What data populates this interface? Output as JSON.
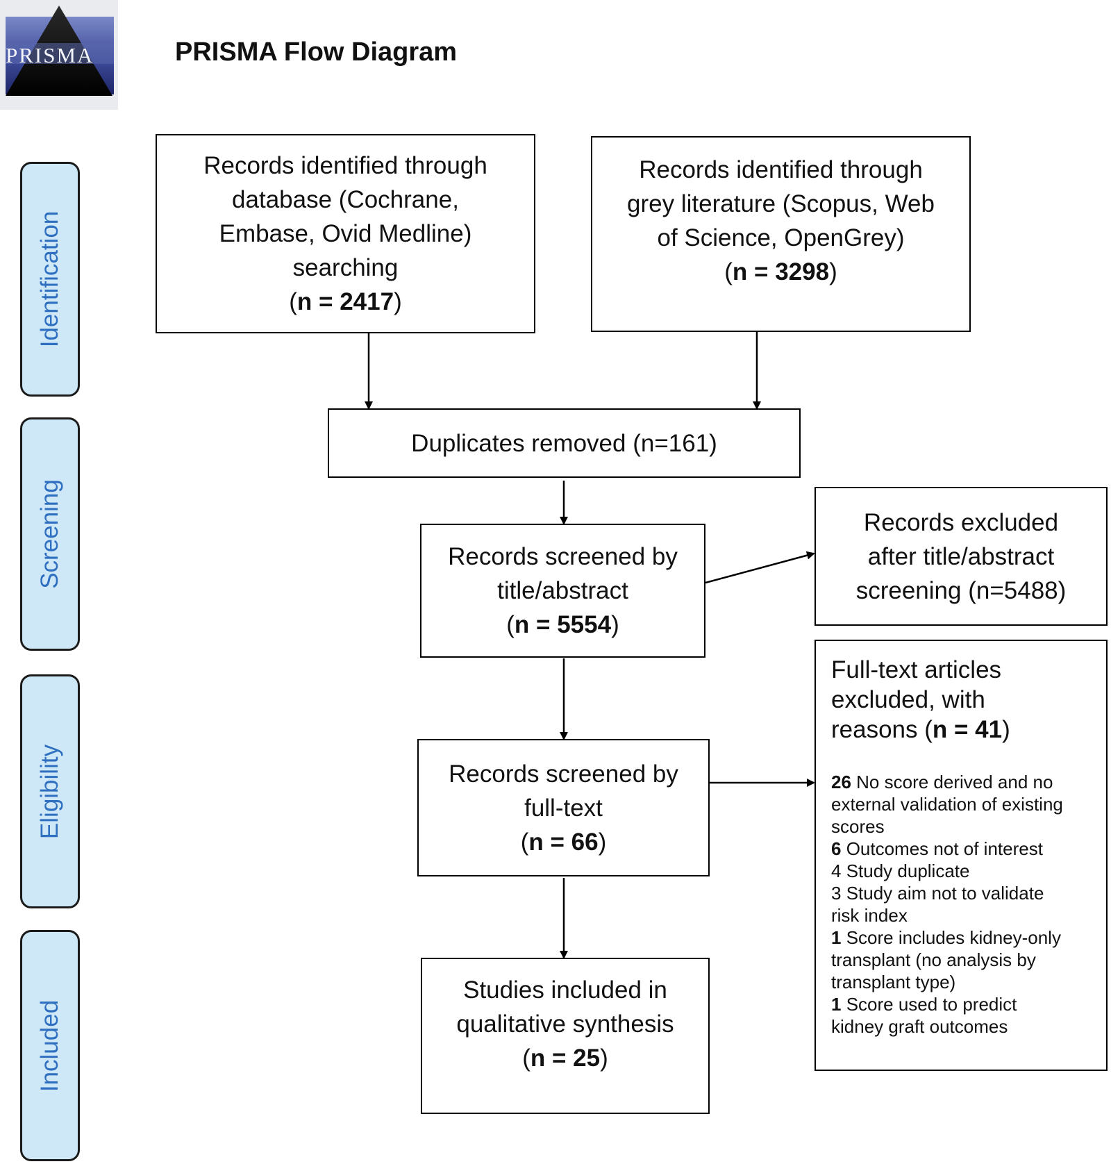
{
  "header": {
    "logo_text": "PRISMA",
    "title": "PRISMA Flow Diagram"
  },
  "stages": {
    "identification": "Identification",
    "screening": "Screening",
    "eligibility": "Eligibility",
    "included": "Included"
  },
  "boxes": {
    "database_records": {
      "lines": [
        "Records identified through",
        "database (Cochrane,",
        "Embase, Ovid Medline)",
        "searching"
      ],
      "count_open": "(",
      "count": "n = 2417",
      "count_close": ")"
    },
    "grey_records": {
      "lines": [
        "Records identified through",
        "grey literature (Scopus, Web",
        "of Science, OpenGrey)"
      ],
      "count_open": "(",
      "count": "n = 3298",
      "count_close": ")"
    },
    "duplicates": {
      "text": "Duplicates removed (n=161)"
    },
    "title_abstract": {
      "lines": [
        "Records screened by",
        "title/abstract"
      ],
      "count_open": "(",
      "count": "n = 5554",
      "count_close": ")"
    },
    "excluded_title": {
      "lines": [
        "Records excluded",
        "after title/abstract",
        "screening (n=5488)"
      ]
    },
    "full_text": {
      "lines": [
        "Records screened by",
        "full-text"
      ],
      "count_open": "(",
      "count": "n = 66",
      "count_close": ")"
    },
    "excluded_full": {
      "lines": [
        "Full-text articles",
        "excluded, with"
      ],
      "last_line_prefix": "reasons (",
      "count": "n = 41",
      "count_close": ")",
      "reasons": [
        {
          "num": "26",
          "lines": [
            " No score derived and no",
            "external validation of existing",
            "scores"
          ],
          "bold": true
        },
        {
          "num": "6",
          "lines": [
            " Outcomes not of interest"
          ],
          "bold": true
        },
        {
          "num": "4",
          "lines": [
            " Study duplicate"
          ],
          "bold": false
        },
        {
          "num": "3",
          "lines": [
            " Study aim not to validate",
            "risk index"
          ],
          "bold": false
        },
        {
          "num": "1",
          "lines": [
            " Score includes kidney-only",
            "transplant (no analysis by",
            "transplant type)"
          ],
          "bold": true
        },
        {
          "num": "1",
          "lines": [
            " Score used to predict",
            "kidney graft outcomes"
          ],
          "bold": true
        }
      ]
    },
    "included": {
      "lines": [
        "Studies included in",
        "qualitative synthesis"
      ],
      "count_open": "(",
      "count": "n = 25",
      "count_close": ")"
    }
  },
  "colors": {
    "stage_fill": "#cfe8f8",
    "stage_text": "#2f6fc0",
    "stage_border": "#1b1b1b",
    "logo_navy": "#1f2a6b"
  }
}
